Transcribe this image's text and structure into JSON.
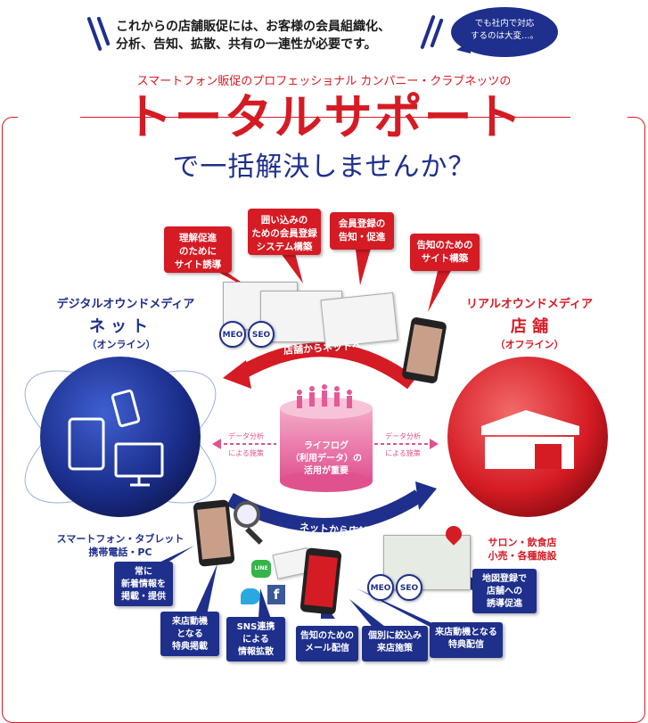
{
  "header": {
    "line1": "これからの店舗販促には、お客様の会員組織化、",
    "line2": "分析、告知、拡散、共有の一連性が必要です。",
    "bubble_line1": "でも社内で対応",
    "bubble_line2": "するのは大変…。"
  },
  "subtitle": "スマートフォン販促のプロフェッショナル カンパニー・クラブネッツの",
  "title": "トータルサポート",
  "title2": "で一括解決しませんか？",
  "online": {
    "heading": "デジタルオウンドメディア",
    "name": "ネット",
    "sub": "（オンライン）",
    "devices": "スマートフォン・タブレット",
    "devices2": "携帯電話・PC"
  },
  "offline": {
    "heading": "リアルオウンドメディア",
    "name": "店 舗",
    "sub": "（オフライン）",
    "types": "サロン・飲食店",
    "types2": "小売・各種施設"
  },
  "arrows": {
    "store_to_net": "店舗からネットへ",
    "net_to_store": "ネットから店舗へ",
    "data_left": "データ分析",
    "data_left2": "による施策",
    "data_right": "データ分析",
    "data_right2": "による施策"
  },
  "center": {
    "line1": "ライフログ",
    "line2": "（利用データ）の",
    "line3": "活用が重要"
  },
  "badges": {
    "meo": "MEO",
    "seo": "SEO",
    "line": "LINE"
  },
  "red_callouts": [
    {
      "l1": "理解促進",
      "l2": "のために",
      "l3": "サイト誘導"
    },
    {
      "l1": "囲い込みの",
      "l2": "ための会員登録",
      "l3": "システム構築"
    },
    {
      "l1": "会員登録の",
      "l2": "告知・促進",
      "l3": ""
    },
    {
      "l1": "告知のための",
      "l2": "サイト構築",
      "l3": ""
    }
  ],
  "blue_callouts": [
    {
      "l1": "常に",
      "l2": "新着情報を",
      "l3": "掲載・提供"
    },
    {
      "l1": "来店動機",
      "l2": "となる",
      "l3": "特典掲載"
    },
    {
      "l1": "SNS連携",
      "l2": "による",
      "l3": "情報拡散"
    },
    {
      "l1": "告知のための",
      "l2": "メール配信",
      "l3": ""
    },
    {
      "l1": "個別に絞込み",
      "l2": "来店施策",
      "l3": ""
    },
    {
      "l1": "来店動機となる",
      "l2": "特典配信",
      "l3": ""
    },
    {
      "l1": "地図登録で",
      "l2": "店舗への",
      "l3": "誘導促進"
    }
  ]
}
